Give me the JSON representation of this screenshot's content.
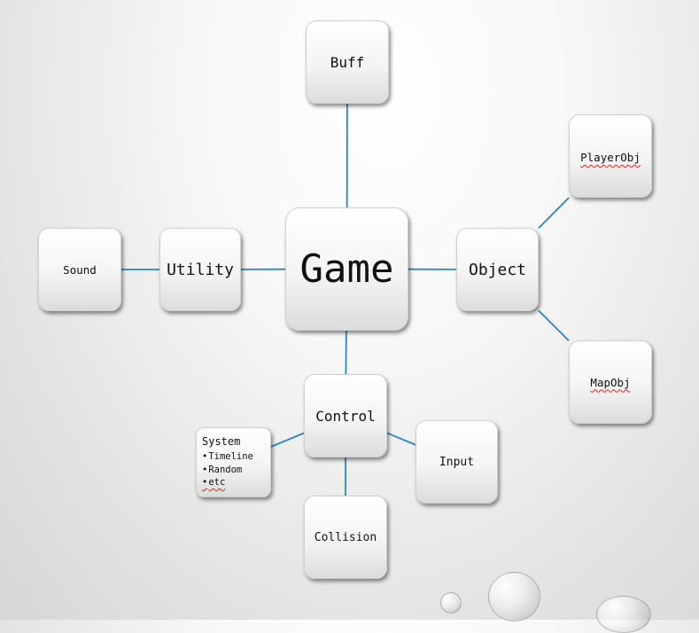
{
  "diagram": {
    "nodes": {
      "game": "Game",
      "buff": "Buff",
      "utility": "Utility",
      "sound": "Sound",
      "object": "Object",
      "player_obj": "PlayerObj",
      "map_obj": "MapObj",
      "control": "Control",
      "input": "Input",
      "collision": "Collision",
      "system": {
        "title": "System",
        "items": [
          "Timeline",
          "Random",
          "etc"
        ]
      }
    },
    "edges": [
      [
        "game",
        "buff"
      ],
      [
        "game",
        "utility"
      ],
      [
        "utility",
        "sound"
      ],
      [
        "game",
        "object"
      ],
      [
        "object",
        "player_obj"
      ],
      [
        "object",
        "map_obj"
      ],
      [
        "game",
        "control"
      ],
      [
        "control",
        "system"
      ],
      [
        "control",
        "input"
      ],
      [
        "control",
        "collision"
      ]
    ],
    "colors": {
      "connector": "#2a87c0",
      "box_border": "#d0d0d0",
      "text": "#111111"
    }
  }
}
